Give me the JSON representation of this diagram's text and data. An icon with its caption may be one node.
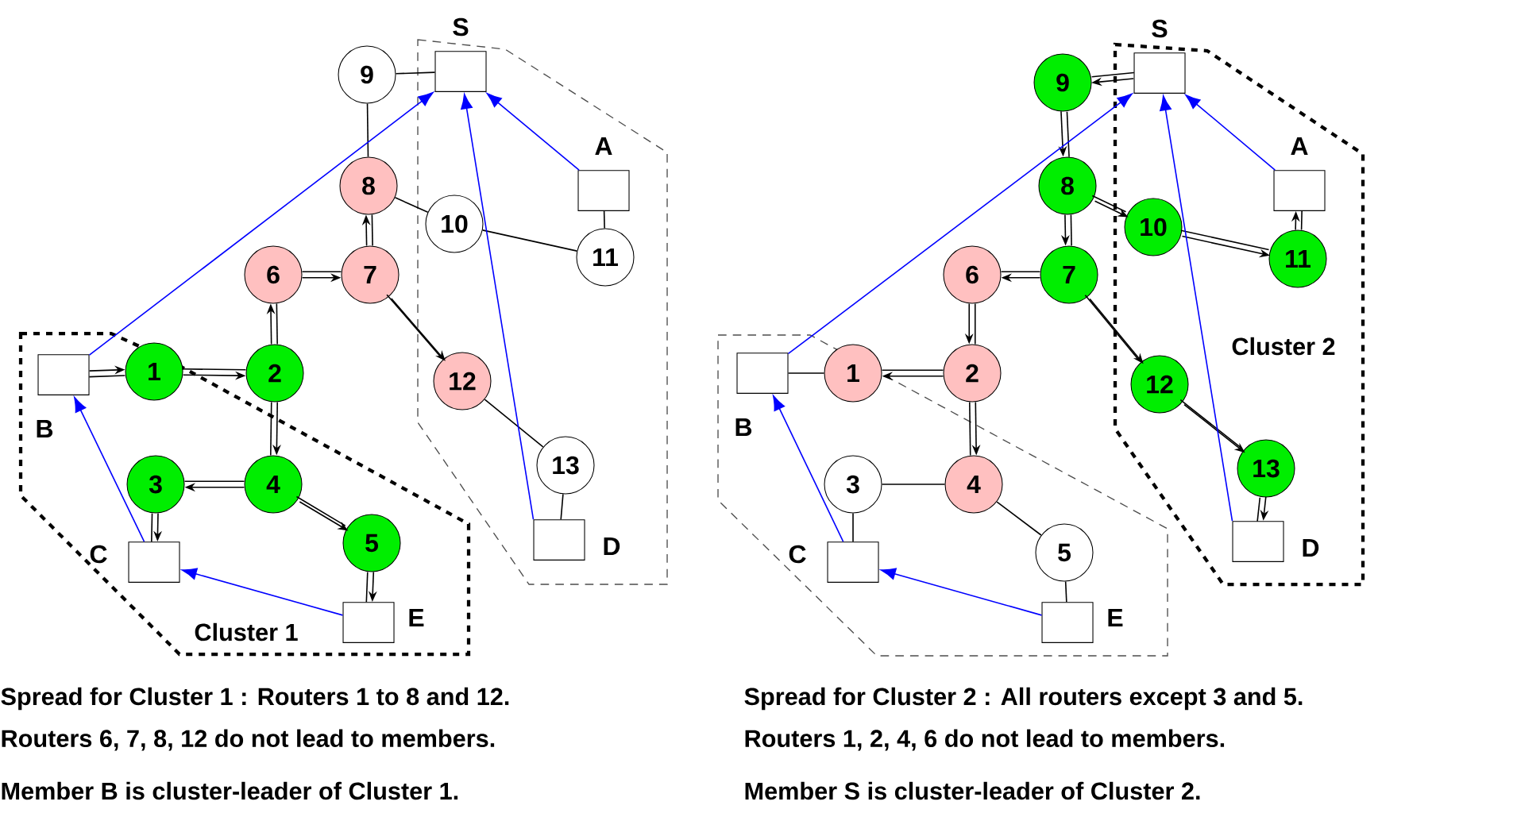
{
  "diagram": {
    "nodes": [
      {
        "text": [
          "1"
        ]
      },
      {
        "text": [
          "2"
        ]
      },
      {
        "text": [
          "3"
        ]
      },
      {
        "text": [
          "4"
        ]
      },
      {
        "text": [
          "5"
        ]
      },
      {
        "text": [
          "6"
        ]
      },
      {
        "text": [
          "7"
        ]
      },
      {
        "text": [
          "8"
        ]
      },
      {
        "text": [
          "9"
        ]
      },
      {
        "text": [
          "10"
        ]
      },
      {
        "text": [
          "11"
        ]
      },
      {
        "text": [
          "12"
        ]
      },
      {
        "text": [
          "13"
        ]
      },
      {
        "text": [],
        "shape": "box",
        "beside": [
          "S"
        ]
      },
      {
        "text": [],
        "shape": "box",
        "beside": [
          "A"
        ]
      },
      {
        "text": [],
        "shape": "box",
        "beside": [
          "B"
        ]
      },
      {
        "text": [],
        "shape": "box",
        "beside": [
          "C"
        ]
      },
      {
        "text": [],
        "shape": "box",
        "beside": [
          "D"
        ]
      },
      {
        "text": [],
        "shape": "box",
        "beside": [
          "E"
        ]
      },
      {
        "text": [
          "1"
        ]
      },
      {
        "text": [
          "2"
        ]
      },
      {
        "text": [
          "3"
        ]
      },
      {
        "text": [
          "4"
        ]
      },
      {
        "text": [
          "5"
        ]
      },
      {
        "text": [
          "6"
        ]
      },
      {
        "text": [
          "7"
        ]
      },
      {
        "text": [
          "8"
        ]
      },
      {
        "text": [
          "9"
        ]
      },
      {
        "text": [
          "10"
        ]
      },
      {
        "text": [
          "11"
        ]
      },
      {
        "text": [
          "12"
        ]
      },
      {
        "text": [
          "13"
        ]
      },
      {
        "text": [],
        "shape": "box",
        "beside": [
          "S"
        ]
      },
      {
        "text": [],
        "shape": "box",
        "beside": [
          "A"
        ]
      },
      {
        "text": [],
        "shape": "box",
        "beside": [
          "B"
        ]
      },
      {
        "text": [],
        "shape": "box",
        "beside": [
          "C"
        ]
      },
      {
        "text": [],
        "shape": "box",
        "beside": [
          "D"
        ]
      },
      {
        "text": [],
        "shape": "box",
        "beside": [
          "E"
        ]
      }
    ],
    "edges": [
      {
        "from": 8,
        "to": 13,
        "arrow": "none"
      },
      {
        "from": 8,
        "to": 7,
        "arrow": "none"
      },
      {
        "from": 7,
        "to": 9,
        "arrow": "none"
      },
      {
        "from": 9,
        "to": 10,
        "arrow": "none"
      },
      {
        "from": 10,
        "to": 14,
        "arrow": "none"
      },
      {
        "from": 11,
        "to": 12,
        "arrow": "none"
      },
      {
        "from": 12,
        "to": 17,
        "arrow": "none"
      },
      {
        "from": 15,
        "to": 0,
        "arrow": "none"
      },
      {
        "from": 15,
        "to": 0,
        "arrow": "to"
      },
      {
        "from": 0,
        "to": 1,
        "arrow": "none"
      },
      {
        "from": 0,
        "to": 1,
        "arrow": "to"
      },
      {
        "from": 1,
        "to": 5,
        "arrow": "none"
      },
      {
        "from": 1,
        "to": 5,
        "arrow": "to"
      },
      {
        "from": 5,
        "to": 6,
        "arrow": "none"
      },
      {
        "from": 5,
        "to": 6,
        "arrow": "to"
      },
      {
        "from": 6,
        "to": 7,
        "arrow": "none"
      },
      {
        "from": 6,
        "to": 7,
        "arrow": "to"
      },
      {
        "from": 6,
        "to": 11,
        "arrow": "none"
      },
      {
        "from": 6,
        "to": 11,
        "arrow": "to"
      },
      {
        "from": 1,
        "to": 3,
        "arrow": "none"
      },
      {
        "from": 1,
        "to": 3,
        "arrow": "to"
      },
      {
        "from": 3,
        "to": 2,
        "arrow": "none"
      },
      {
        "from": 3,
        "to": 2,
        "arrow": "to"
      },
      {
        "from": 2,
        "to": 16,
        "arrow": "none"
      },
      {
        "from": 2,
        "to": 16,
        "arrow": "to"
      },
      {
        "from": 3,
        "to": 4,
        "arrow": "none"
      },
      {
        "from": 3,
        "to": 4,
        "arrow": "to"
      },
      {
        "from": 4,
        "to": 18,
        "arrow": "none"
      },
      {
        "from": 4,
        "to": 18,
        "arrow": "to"
      },
      {
        "from": 15,
        "to": 13,
        "arrow": "to",
        "color": "#0000ff"
      },
      {
        "from": 17,
        "to": 13,
        "arrow": "to",
        "color": "#0000ff"
      },
      {
        "from": 14,
        "to": 13,
        "arrow": "to",
        "color": "#0000ff"
      },
      {
        "from": 16,
        "to": 15,
        "arrow": "to",
        "color": "#0000ff"
      },
      {
        "from": 18,
        "to": 16,
        "arrow": "to",
        "color": "#0000ff"
      },
      {
        "from": 19,
        "to": 34,
        "arrow": "none"
      },
      {
        "from": 22,
        "to": 21,
        "arrow": "none"
      },
      {
        "from": 21,
        "to": 35,
        "arrow": "none"
      },
      {
        "from": 22,
        "to": 23,
        "arrow": "none"
      },
      {
        "from": 23,
        "to": 37,
        "arrow": "none"
      },
      {
        "from": 32,
        "to": 27,
        "arrow": "none"
      },
      {
        "from": 32,
        "to": 27,
        "arrow": "to"
      },
      {
        "from": 27,
        "to": 26,
        "arrow": "none"
      },
      {
        "from": 27,
        "to": 26,
        "arrow": "to"
      },
      {
        "from": 26,
        "to": 25,
        "arrow": "none"
      },
      {
        "from": 26,
        "to": 25,
        "arrow": "to"
      },
      {
        "from": 25,
        "to": 24,
        "arrow": "none"
      },
      {
        "from": 25,
        "to": 24,
        "arrow": "to"
      },
      {
        "from": 24,
        "to": 20,
        "arrow": "none"
      },
      {
        "from": 24,
        "to": 20,
        "arrow": "to"
      },
      {
        "from": 20,
        "to": 19,
        "arrow": "none"
      },
      {
        "from": 20,
        "to": 19,
        "arrow": "to"
      },
      {
        "from": 20,
        "to": 22,
        "arrow": "none"
      },
      {
        "from": 20,
        "to": 22,
        "arrow": "to"
      },
      {
        "from": 26,
        "to": 28,
        "arrow": "none"
      },
      {
        "from": 26,
        "to": 28,
        "arrow": "to"
      },
      {
        "from": 28,
        "to": 29,
        "arrow": "none"
      },
      {
        "from": 28,
        "to": 29,
        "arrow": "to"
      },
      {
        "from": 29,
        "to": 33,
        "arrow": "none"
      },
      {
        "from": 29,
        "to": 33,
        "arrow": "to"
      },
      {
        "from": 25,
        "to": 30,
        "arrow": "none"
      },
      {
        "from": 25,
        "to": 30,
        "arrow": "to"
      },
      {
        "from": 30,
        "to": 31,
        "arrow": "none"
      },
      {
        "from": 30,
        "to": 31,
        "arrow": "to"
      },
      {
        "from": 31,
        "to": 36,
        "arrow": "none"
      },
      {
        "from": 31,
        "to": 36,
        "arrow": "to"
      },
      {
        "from": 34,
        "to": 32,
        "arrow": "to",
        "color": "#0000ff"
      },
      {
        "from": 33,
        "to": 32,
        "arrow": "to",
        "color": "#0000ff"
      },
      {
        "from": 36,
        "to": 32,
        "arrow": "to",
        "color": "#0000ff"
      },
      {
        "from": 35,
        "to": 34,
        "arrow": "to",
        "color": "#0000ff"
      },
      {
        "from": 37,
        "to": 35,
        "arrow": "to",
        "color": "#0000ff"
      }
    ],
    "labels": [
      "Cluster 2",
      "Cluster 1",
      "Spread for Cluster 1 : Routers 1 to 8 and 12.",
      "Spread for Cluster 2 : All routers except 3 and 5.",
      "Routers 6, 7, 8, 12 do not lead to members.",
      "Routers 1, 2, 4, 6 do not lead to members.",
      "Member B is cluster-leader of Cluster 1.",
      "Member S is cluster-leader of Cluster 2."
    ]
  }
}
